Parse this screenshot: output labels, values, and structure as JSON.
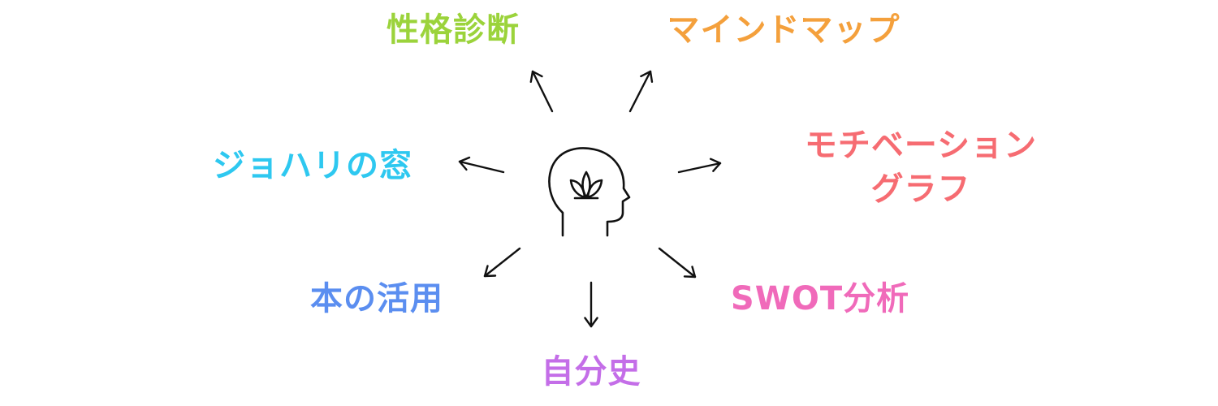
{
  "diagram": {
    "center_icon": "head-with-lotus-icon",
    "nodes": [
      {
        "id": "seikaku",
        "label": "性格診断",
        "color": "#9bd33b"
      },
      {
        "id": "mind",
        "label": "マインドマップ",
        "color": "#f4a03c"
      },
      {
        "id": "johari",
        "label": "ジョハリの窓",
        "color": "#2ec8f0"
      },
      {
        "id": "motiv",
        "lines": [
          "モチベーション",
          "グラフ"
        ],
        "color": "#f66c72"
      },
      {
        "id": "hon",
        "label": "本の活用",
        "color": "#5b8ef0"
      },
      {
        "id": "swot",
        "label": "SWOT分析",
        "color": "#f06aba"
      },
      {
        "id": "jibun",
        "label": "自分史",
        "color": "#c46ee8"
      }
    ],
    "arrow_color": "#111111"
  }
}
